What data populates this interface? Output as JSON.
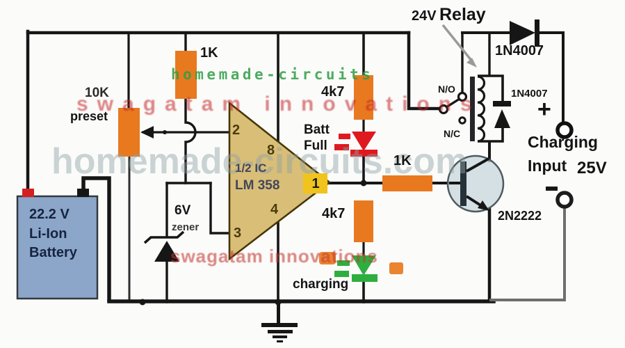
{
  "watermarks": {
    "gray": "homemade-circuits.com",
    "green": "homemade-circuits",
    "red_top": "swagatam innovations",
    "red_bottom": "swagatam innovations"
  },
  "battery": {
    "line1": "22.2 V",
    "line2": "Li-Ion",
    "line3": "Battery"
  },
  "labels": {
    "preset_value": "10K",
    "preset_word": "preset",
    "r1k_top": "1K",
    "r4k7_top": "4k7",
    "batt": "Batt",
    "full": "Full",
    "r1k_mid": "1K",
    "r4k7_bot": "4k7",
    "charging_led": "charging",
    "zener_value": "6V",
    "zener_word": "zener",
    "relay_voltage": "24V",
    "relay_word": "Relay",
    "contact_no": "N/O",
    "contact_nc": "N/C",
    "diode_top": "1N4007",
    "diode_flyback": "1N4007",
    "plus_sign": "+",
    "charging_word": "Charging",
    "input_word": "Input",
    "input_voltage": "25V",
    "transistor": "2N2222"
  },
  "opamp": {
    "pin2": "2",
    "pin3": "3",
    "pin8": "8",
    "pin4": "4",
    "pin1": "1",
    "ic_half": "1/2 IC",
    "part": "LM 358"
  },
  "colors": {
    "wire": "#161616",
    "gray_wire": "#6e6e6e",
    "resistor": "#E8791F",
    "battery_fill": "#8BA6C9",
    "battery_pos": "#D42020",
    "battery_neg": "#161616",
    "opamp_fill": "#D9BE77",
    "pin1_highlight": "#F0C41D",
    "led_red": "#DE1A20",
    "led_green": "#2EAE3E",
    "transistor_fill": "#C9D9DC",
    "arrow_gray": "#9a9a9a"
  }
}
